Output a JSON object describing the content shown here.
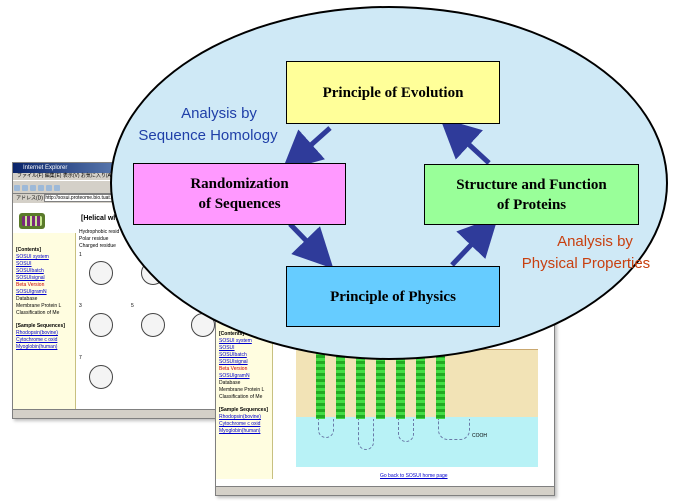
{
  "diagram": {
    "nodes": {
      "evolution": {
        "label": "Principle of Evolution",
        "color": "#ffff99"
      },
      "randomization": {
        "line1": "Randomization",
        "line2": "of Sequences",
        "color": "#ff99ff"
      },
      "structure": {
        "line1": "Structure and Function",
        "line2": "of Proteins",
        "color": "#99ff99"
      },
      "physics": {
        "label": "Principle of Physics",
        "color": "#66ccff"
      }
    },
    "annotations": {
      "homology": {
        "line1": "Analysis by",
        "line2": "Sequence Homology",
        "color": "#1f3fa8"
      },
      "physical": {
        "line1": "Analysis by",
        "line2": "Physical Properties",
        "color": "#c84010"
      }
    },
    "arrow_color": "#2f3b9a"
  },
  "screenshot_left": {
    "title": "Internet Explorer",
    "menu": "ファイル(F)  編集(E)  表示(V)  お気に入り(A)  ツール(T)  ヘルプ(H)",
    "address_label": "アドレス(D)",
    "address_value": "http://sosui.proteome.bio.tuat.ac.jp/",
    "page_heading": "[Helical whe",
    "legend_1": "Hydrophobic resid",
    "legend_2": "Polar residue",
    "legend_3": "Charged residue",
    "contents_heading": "[Contents]",
    "contents_items": [
      "SOSUI system",
      "SOSUI",
      "SOSUIbatch",
      "SOSUIsignal",
      "Beta Version",
      "SOSUIgramN"
    ],
    "database_item": "Database",
    "database_sub1": "Membrane Protein L",
    "database_sub2": "Classification of Me",
    "sample_heading": "[Sample Sequences]",
    "sample_items": [
      "Rhodopsin(bovine)",
      "Cytochrome c oxid",
      "Myoglobin(human)"
    ],
    "numbers": [
      "1",
      "3",
      "5",
      "7"
    ]
  },
  "screenshot_right": {
    "contents_heading": "[Contents]",
    "contents_items": [
      "SOSUI system",
      "SOSUI",
      "SOSUIbatch",
      "SOSUIsignal",
      "Beta Version",
      "SOSUIgramN"
    ],
    "database_item": "Database",
    "database_sub1": "Membrane Protein L",
    "database_sub2": "Classification of Me",
    "sample_heading": "[Sample Sequences]",
    "sample_items": [
      "Rhodopsin(bovine)",
      "Cytochrome c oxid",
      "Myoglobin(human)"
    ],
    "footer_link": "Go back to SOSUI home page",
    "terminus": "COOH"
  }
}
